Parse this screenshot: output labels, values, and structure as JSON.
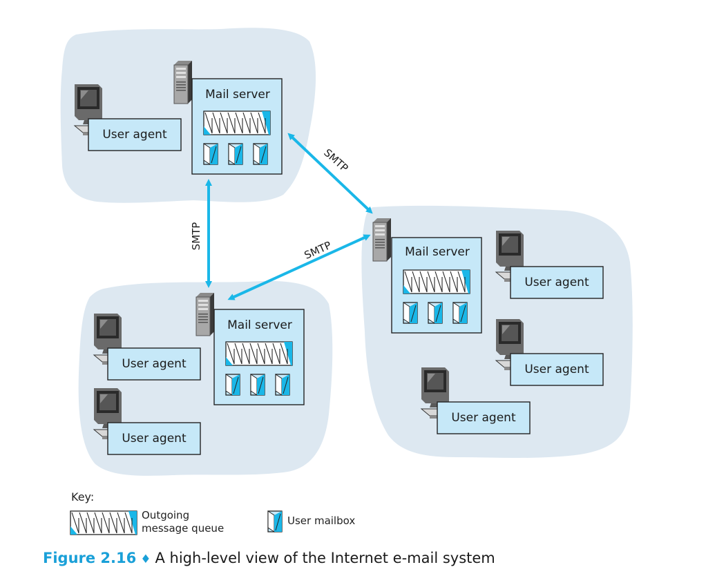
{
  "mail_server_label": "Mail server",
  "user_agent_label": "User agent",
  "protocol_label": "SMTP",
  "key": {
    "title": "Key:",
    "outgoing_queue_line1": "Outgoing",
    "outgoing_queue_line2": "message queue",
    "user_mailbox": "User mailbox"
  },
  "caption": {
    "figure_number": "Figure 2.16",
    "separator": "♦",
    "title": "A high-level view of the Internet e-mail system"
  },
  "colors": {
    "cloud": "#dde8f1",
    "box_fill": "#c6e8f8",
    "accent": "#1ab7e8",
    "dark": "#1a1a1a"
  }
}
